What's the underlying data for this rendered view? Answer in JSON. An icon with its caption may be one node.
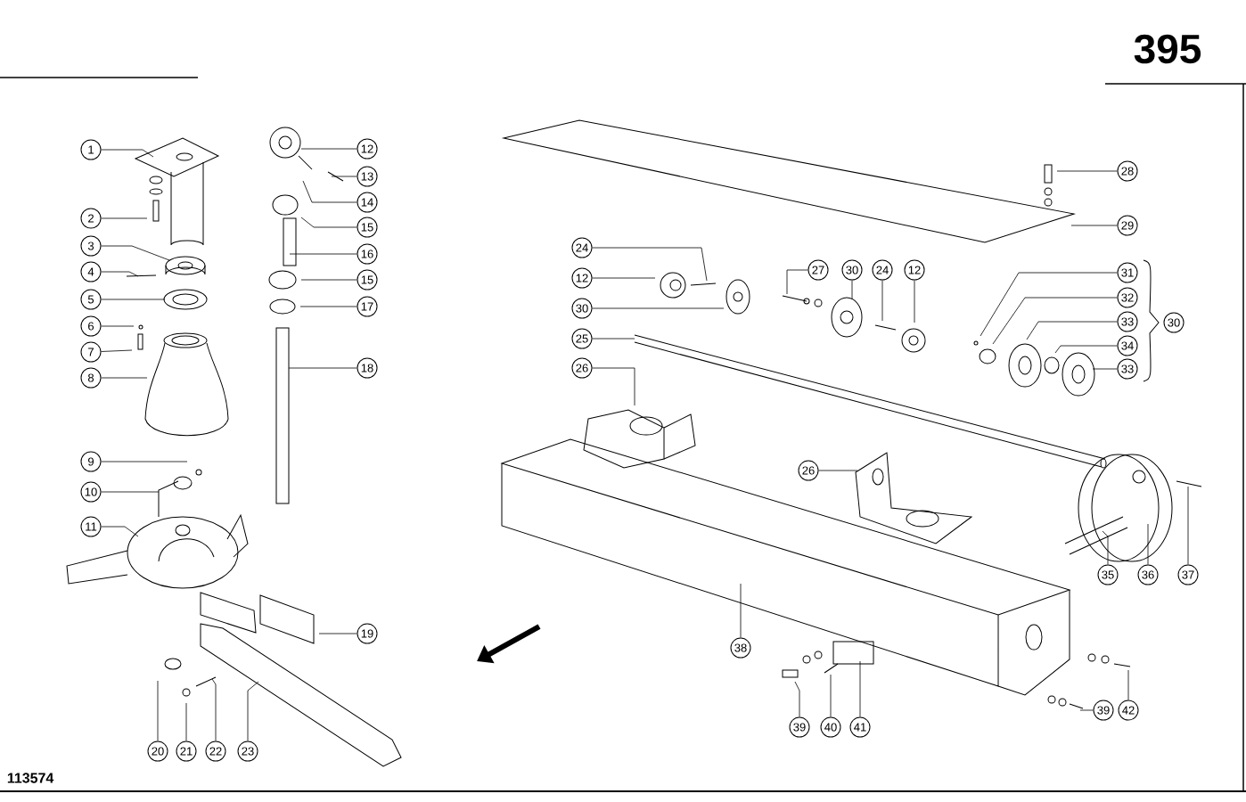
{
  "diagram": {
    "nodes": [
      {
        "text": [
          "1"
        ]
      },
      {
        "text": [
          "2"
        ]
      },
      {
        "text": [
          "3"
        ]
      },
      {
        "text": [
          "4"
        ]
      },
      {
        "text": [
          "5"
        ]
      },
      {
        "text": [
          "6"
        ]
      },
      {
        "text": [
          "7"
        ]
      },
      {
        "text": [
          "8"
        ]
      },
      {
        "text": [
          "9"
        ]
      },
      {
        "text": [
          "10"
        ]
      },
      {
        "text": [
          "11"
        ]
      },
      {
        "text": [
          "12"
        ]
      },
      {
        "text": [
          "13"
        ]
      },
      {
        "text": [
          "14"
        ]
      },
      {
        "text": [
          "15"
        ]
      },
      {
        "text": [
          "16"
        ]
      },
      {
        "text": [
          "15"
        ]
      },
      {
        "text": [
          "17"
        ]
      },
      {
        "text": [
          "18"
        ]
      },
      {
        "text": [
          "19"
        ]
      },
      {
        "text": [
          "20"
        ]
      },
      {
        "text": [
          "21"
        ]
      },
      {
        "text": [
          "22"
        ]
      },
      {
        "text": [
          "23"
        ]
      },
      {
        "text": [
          "24"
        ]
      },
      {
        "text": [
          "12"
        ]
      },
      {
        "text": [
          "30"
        ]
      },
      {
        "text": [
          "25"
        ]
      },
      {
        "text": [
          "26"
        ]
      },
      {
        "text": [
          "27"
        ]
      },
      {
        "text": [
          "30"
        ]
      },
      {
        "text": [
          "24"
        ]
      },
      {
        "text": [
          "12"
        ]
      },
      {
        "text": [
          "28"
        ]
      },
      {
        "text": [
          "29"
        ]
      },
      {
        "text": [
          "31"
        ]
      },
      {
        "text": [
          "32"
        ]
      },
      {
        "text": [
          "33"
        ]
      },
      {
        "text": [
          "34"
        ]
      },
      {
        "text": [
          "33"
        ]
      },
      {
        "text": [
          "30"
        ]
      },
      {
        "text": [
          "26"
        ]
      },
      {
        "text": [
          "35"
        ]
      },
      {
        "text": [
          "36"
        ]
      },
      {
        "text": [
          "37"
        ]
      },
      {
        "text": [
          "38"
        ]
      },
      {
        "text": [
          "39"
        ]
      },
      {
        "text": [
          "40"
        ]
      },
      {
        "text": [
          "41"
        ]
      },
      {
        "text": [
          "39"
        ]
      },
      {
        "text": [
          "42"
        ]
      }
    ],
    "edges": [
      {
        "from": 0,
        "to": null,
        "arrow": "none"
      },
      {
        "from": 1,
        "to": null,
        "arrow": "none"
      },
      {
        "from": 2,
        "to": null,
        "arrow": "none"
      },
      {
        "from": 3,
        "to": null,
        "arrow": "none"
      },
      {
        "from": 4,
        "to": null,
        "arrow": "none"
      },
      {
        "from": 5,
        "to": null,
        "arrow": "none"
      },
      {
        "from": 6,
        "to": null,
        "arrow": "none"
      },
      {
        "from": 7,
        "to": null,
        "arrow": "none"
      },
      {
        "from": 8,
        "to": null,
        "arrow": "none"
      },
      {
        "from": 9,
        "to": null,
        "arrow": "none"
      },
      {
        "from": 10,
        "to": null,
        "arrow": "none"
      },
      {
        "from": 11,
        "to": null,
        "arrow": "none"
      },
      {
        "from": 12,
        "to": null,
        "arrow": "none"
      },
      {
        "from": 13,
        "to": null,
        "arrow": "none"
      },
      {
        "from": 14,
        "to": null,
        "arrow": "none"
      },
      {
        "from": 15,
        "to": null,
        "arrow": "none"
      },
      {
        "from": 16,
        "to": null,
        "arrow": "none"
      },
      {
        "from": 17,
        "to": null,
        "arrow": "none"
      },
      {
        "from": 18,
        "to": null,
        "arrow": "none"
      },
      {
        "from": 19,
        "to": null,
        "arrow": "none"
      },
      {
        "from": 20,
        "to": null,
        "arrow": "none"
      },
      {
        "from": 21,
        "to": null,
        "arrow": "none"
      },
      {
        "from": 22,
        "to": null,
        "arrow": "none"
      },
      {
        "from": 23,
        "to": null,
        "arrow": "none"
      },
      {
        "from": 24,
        "to": null,
        "arrow": "none"
      },
      {
        "from": 25,
        "to": null,
        "arrow": "none"
      },
      {
        "from": 26,
        "to": null,
        "arrow": "none"
      },
      {
        "from": 27,
        "to": null,
        "arrow": "none"
      },
      {
        "from": 28,
        "to": null,
        "arrow": "none"
      },
      {
        "from": 29,
        "to": null,
        "arrow": "none"
      },
      {
        "from": 30,
        "to": null,
        "arrow": "none"
      },
      {
        "from": 31,
        "to": null,
        "arrow": "none"
      },
      {
        "from": 32,
        "to": null,
        "arrow": "none"
      },
      {
        "from": 33,
        "to": null,
        "arrow": "none"
      },
      {
        "from": 34,
        "to": null,
        "arrow": "none"
      },
      {
        "from": 35,
        "to": null,
        "arrow": "none"
      },
      {
        "from": 36,
        "to": null,
        "arrow": "none"
      },
      {
        "from": 37,
        "to": null,
        "arrow": "none"
      },
      {
        "from": 38,
        "to": null,
        "arrow": "none"
      },
      {
        "from": 39,
        "to": null,
        "arrow": "none"
      },
      {
        "from": 41,
        "to": null,
        "arrow": "none"
      },
      {
        "from": 42,
        "to": null,
        "arrow": "none"
      },
      {
        "from": 43,
        "to": null,
        "arrow": "none"
      },
      {
        "from": 44,
        "to": null,
        "arrow": "none"
      },
      {
        "from": 45,
        "to": null,
        "arrow": "none"
      },
      {
        "from": 46,
        "to": null,
        "arrow": "none"
      },
      {
        "from": 47,
        "to": null,
        "arrow": "none"
      },
      {
        "from": 48,
        "to": null,
        "arrow": "none"
      },
      {
        "from": 49,
        "to": null,
        "arrow": "none"
      },
      {
        "from": 50,
        "to": null,
        "arrow": "none"
      }
    ],
    "labels": [
      "395",
      "113574"
    ]
  }
}
